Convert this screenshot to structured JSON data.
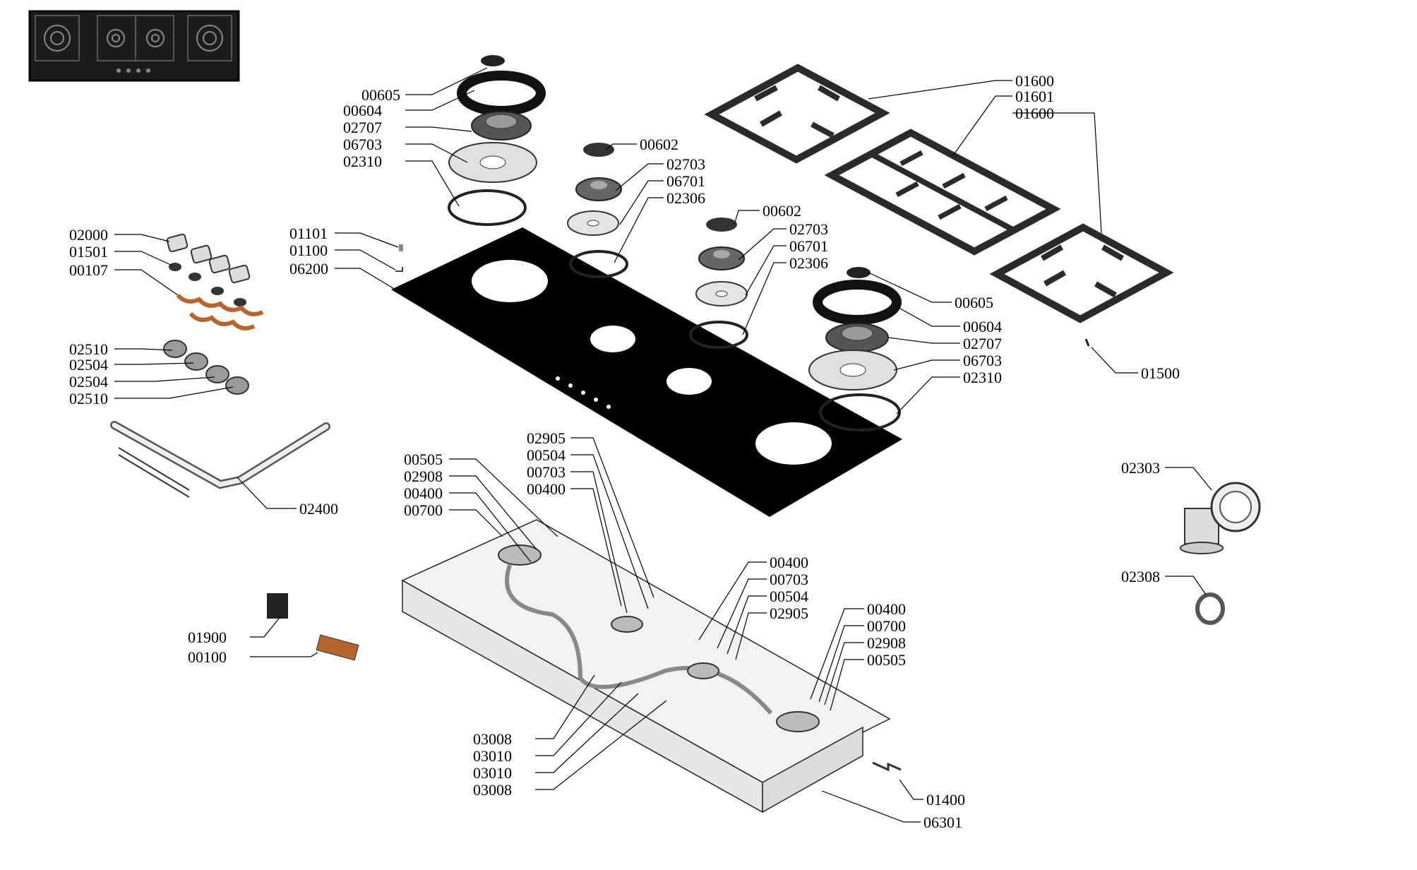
{
  "labels": {
    "l00605a": "00605",
    "l00604a": "00604",
    "l02707a": "02707",
    "l06703a": "06703",
    "l02310a": "02310",
    "l00602a": "00602",
    "l02703a": "02703",
    "l06701a": "06701",
    "l02306a": "02306",
    "l00602b": "00602",
    "l02703b": "02703",
    "l06701b": "06701",
    "l02306b": "02306",
    "l00605b": "00605",
    "l00604b": "00604",
    "l02707b": "02707",
    "l06703b": "06703",
    "l02310b": "02310",
    "l01600a": "01600",
    "l01601": "01601",
    "l01600b": "01600",
    "l01500": "01500",
    "l02000": "02000",
    "l01501": "01501",
    "l00107": "00107",
    "l02510a": "02510",
    "l02504a": "02504",
    "l02504b": "02504",
    "l02510b": "02510",
    "l01101": "01101",
    "l01100": "01100",
    "l06200": "06200",
    "l02400": "02400",
    "l00505a": "00505",
    "l02908a": "02908",
    "l00400a": "00400",
    "l00700a": "00700",
    "l02905a": "02905",
    "l00504a": "00504",
    "l00703a": "00703",
    "l00400b": "00400",
    "l00400c": "00400",
    "l00703b": "00703",
    "l00504b": "00504",
    "l02905b": "02905",
    "l00400d": "00400",
    "l00700b": "00700",
    "l02908b": "02908",
    "l00505b": "00505",
    "l03008a": "03008",
    "l03010a": "03010",
    "l03010b": "03010",
    "l03008b": "03008",
    "l01400": "01400",
    "l06301": "06301",
    "l01900": "01900",
    "l00100": "00100",
    "l02303": "02303",
    "l02308": "02308"
  },
  "colors": {
    "glass": "#000000",
    "grate": "#2a2a2a",
    "copper": "#b5652f",
    "tray": "#f2f2f2",
    "preview_bg": "#1c1c1c"
  }
}
